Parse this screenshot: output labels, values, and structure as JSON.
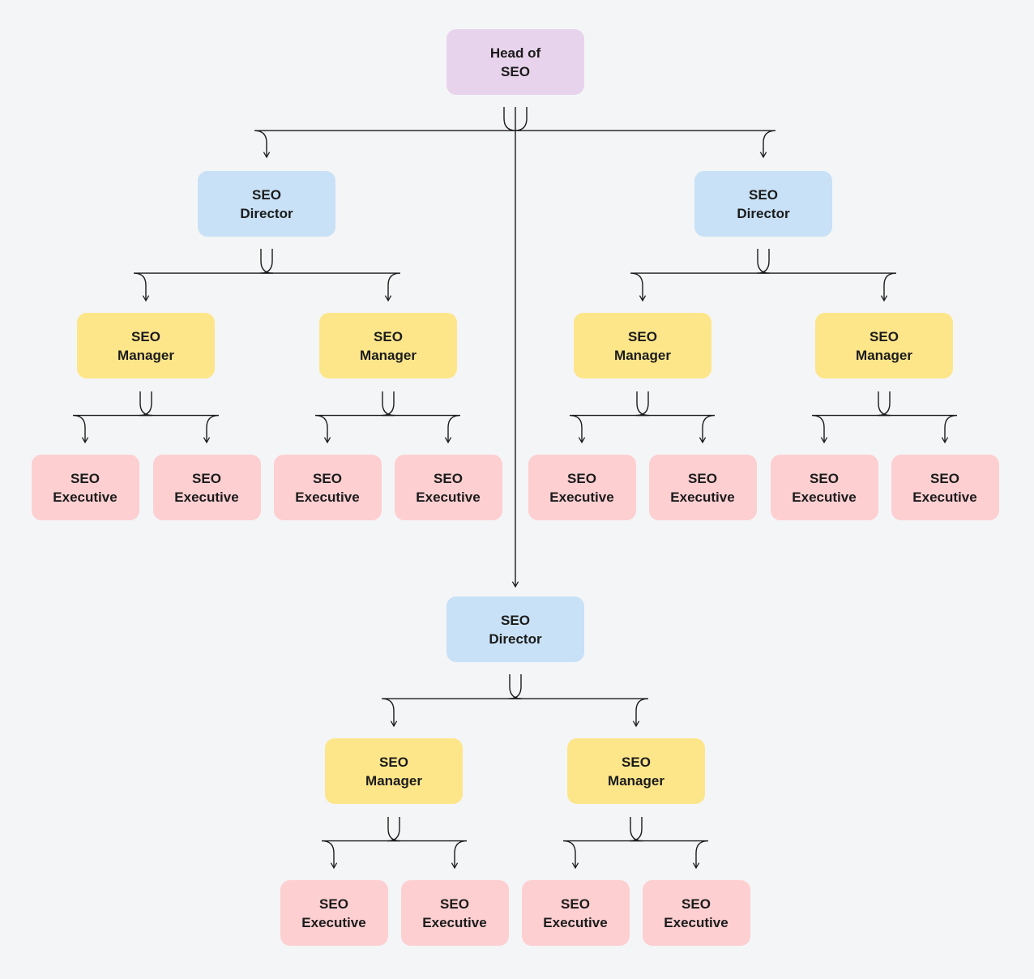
{
  "nodes": {
    "head": {
      "line1": "Head of",
      "line2": "SEO"
    },
    "director": {
      "line1": "SEO",
      "line2": "Director"
    },
    "manager": {
      "line1": "SEO",
      "line2": "Manager"
    },
    "executive": {
      "line1": "SEO",
      "line2": "Executive"
    }
  },
  "colors": {
    "background": "#f4f5f7",
    "head": "#e8d3ec",
    "director": "#c8e1f6",
    "manager": "#fde68a",
    "executive": "#fdcfd1",
    "connector": "#1b1b1b"
  },
  "hierarchy": {
    "role": "Head of SEO",
    "reports": [
      {
        "role": "SEO Director",
        "reports": [
          {
            "role": "SEO Manager",
            "reports": [
              "SEO Executive",
              "SEO Executive"
            ]
          },
          {
            "role": "SEO Manager",
            "reports": [
              "SEO Executive",
              "SEO Executive"
            ]
          }
        ]
      },
      {
        "role": "SEO Director",
        "reports": [
          {
            "role": "SEO Manager",
            "reports": [
              "SEO Executive",
              "SEO Executive"
            ]
          },
          {
            "role": "SEO Manager",
            "reports": [
              "SEO Executive",
              "SEO Executive"
            ]
          }
        ]
      },
      {
        "role": "SEO Director",
        "reports": [
          {
            "role": "SEO Manager",
            "reports": [
              "SEO Executive",
              "SEO Executive"
            ]
          },
          {
            "role": "SEO Manager",
            "reports": [
              "SEO Executive",
              "SEO Executive"
            ]
          }
        ]
      }
    ]
  }
}
